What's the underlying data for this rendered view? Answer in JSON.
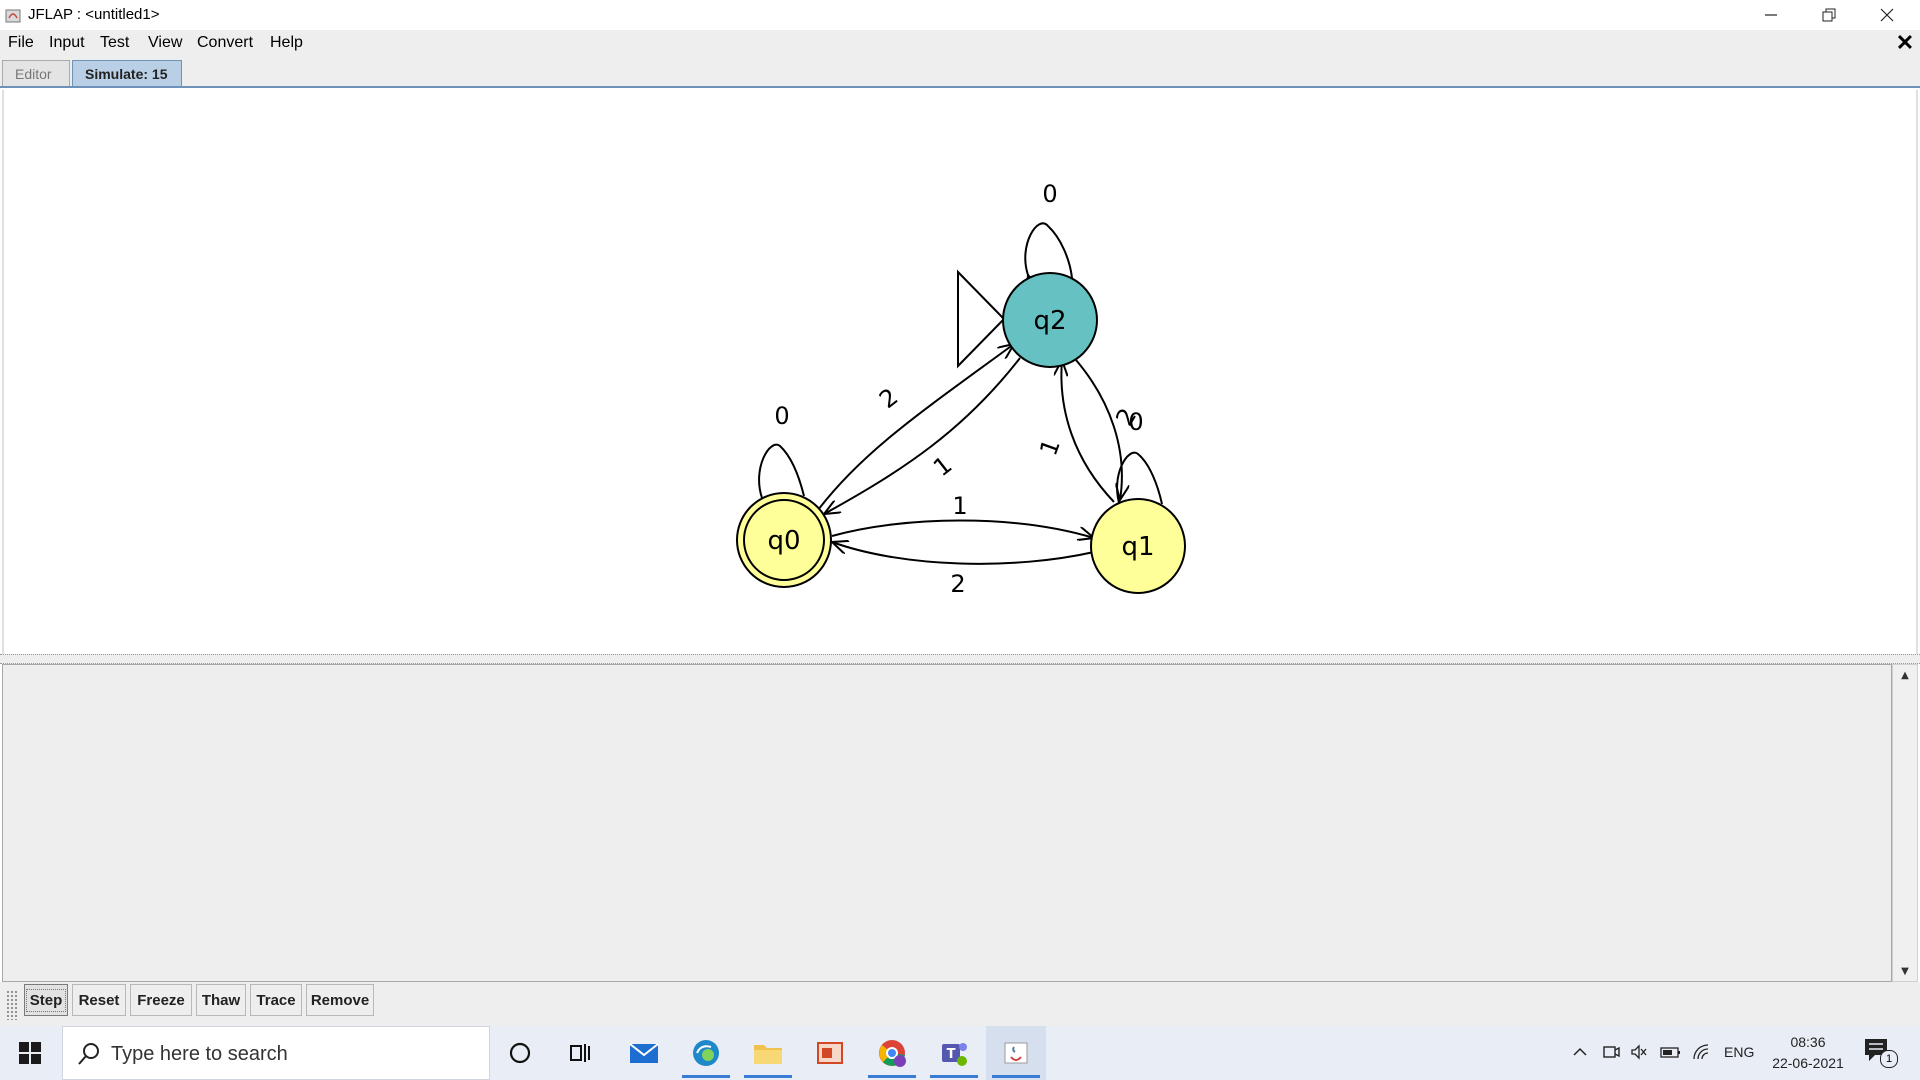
{
  "window": {
    "title": "JFLAP : <untitled1>"
  },
  "menu": {
    "items": [
      "File",
      "Input",
      "Test",
      "View",
      "Convert",
      "Help"
    ]
  },
  "tabs": [
    {
      "label": "Editor"
    },
    {
      "label": "Simulate: 15"
    }
  ],
  "automaton": {
    "states": [
      {
        "name": "q0",
        "final": true,
        "highlighted": false,
        "fill": "#ffff99"
      },
      {
        "name": "q1",
        "final": false,
        "highlighted": false,
        "fill": "#ffff99"
      },
      {
        "name": "q2",
        "initial": true,
        "highlighted": true,
        "fill": "#66c2c2"
      }
    ],
    "transitions": [
      {
        "from": "q0",
        "to": "q0",
        "symbol": "0"
      },
      {
        "from": "q1",
        "to": "q1",
        "symbol": "0"
      },
      {
        "from": "q2",
        "to": "q2",
        "symbol": "0"
      },
      {
        "from": "q0",
        "to": "q1",
        "symbol": "1"
      },
      {
        "from": "q1",
        "to": "q0",
        "symbol": "2"
      },
      {
        "from": "q0",
        "to": "q2",
        "symbol": "2"
      },
      {
        "from": "q2",
        "to": "q0",
        "symbol": "1"
      },
      {
        "from": "q1",
        "to": "q2",
        "symbol": "1"
      },
      {
        "from": "q2",
        "to": "q1",
        "symbol": "2"
      }
    ]
  },
  "toolbar": {
    "buttons": [
      "Step",
      "Reset",
      "Freeze",
      "Thaw",
      "Trace",
      "Remove"
    ]
  },
  "taskbar": {
    "search_placeholder": "Type here to search",
    "tray": {
      "language": "ENG"
    },
    "time": "08:36",
    "date": "22-06-2021",
    "notification_count": "1"
  }
}
